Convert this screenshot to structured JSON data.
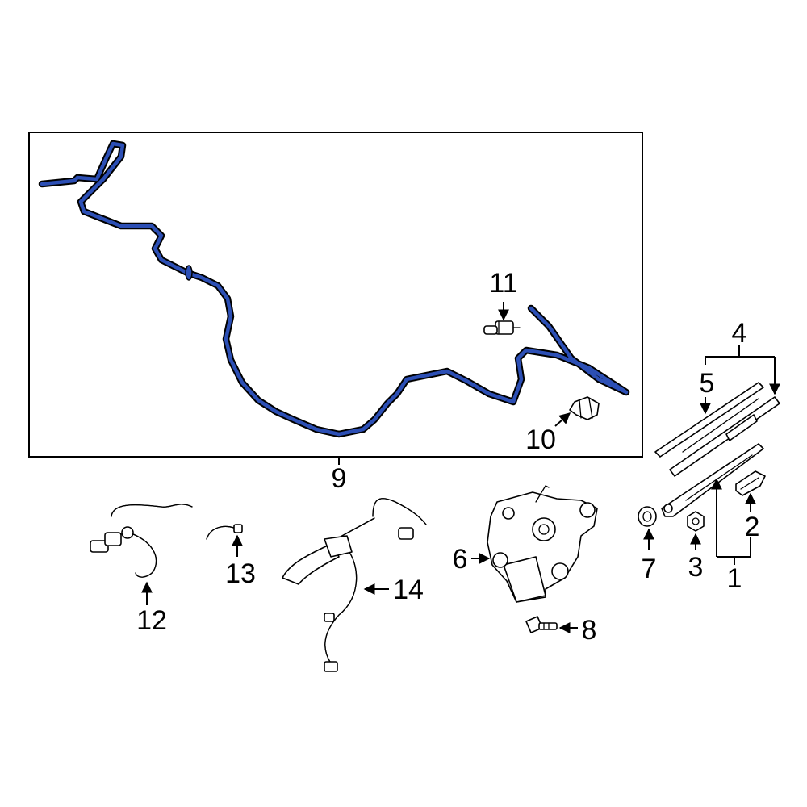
{
  "callouts": {
    "c1": "1",
    "c2": "2",
    "c3": "3",
    "c4": "4",
    "c5": "5",
    "c6": "6",
    "c7": "7",
    "c8": "8",
    "c9": "9",
    "c10": "10",
    "c11": "11",
    "c12": "12",
    "c13": "13",
    "c14": "14"
  },
  "colors": {
    "highlight": "#2c4fb5",
    "line": "#000000",
    "background": "#ffffff"
  }
}
